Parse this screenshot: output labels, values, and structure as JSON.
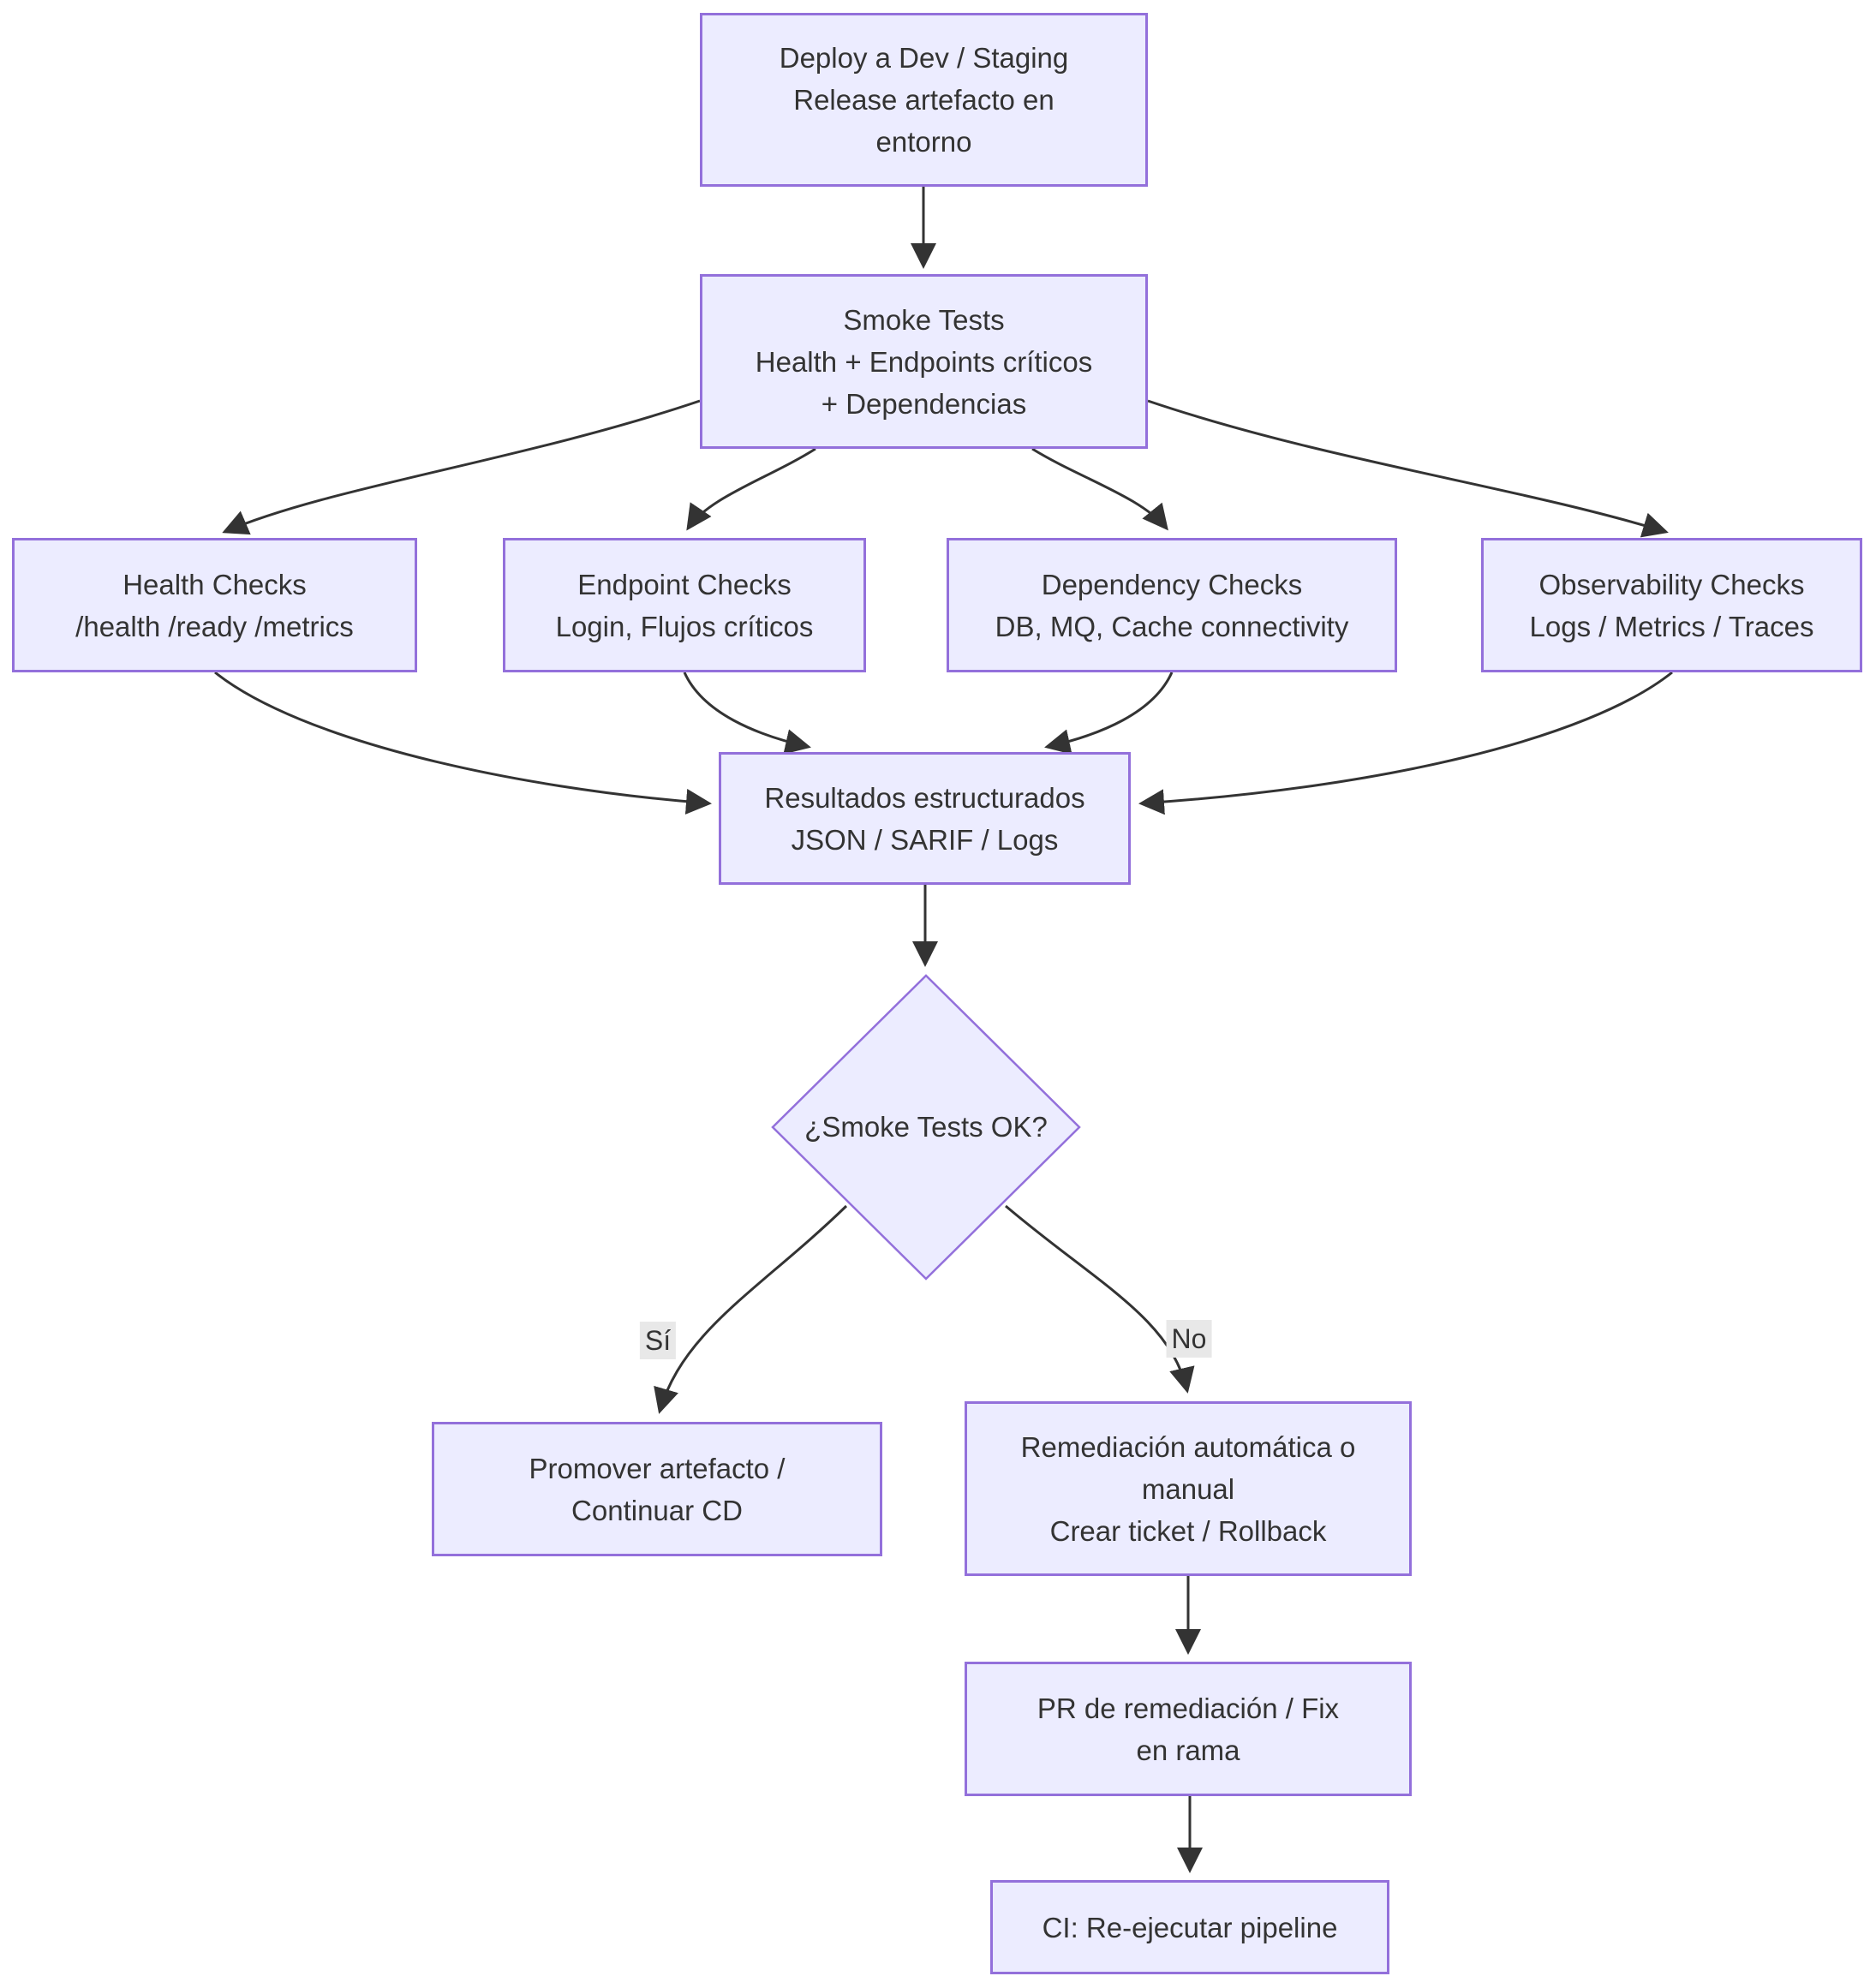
{
  "diagram": {
    "type": "flowchart",
    "direction": "top-down",
    "nodes": {
      "deploy": {
        "shape": "rect",
        "lines": [
          "Deploy a Dev / Staging",
          "Release artefacto en",
          "entorno"
        ]
      },
      "smoke": {
        "shape": "rect",
        "lines": [
          "Smoke Tests",
          "Health + Endpoints críticos",
          "+ Dependencias"
        ]
      },
      "health": {
        "shape": "rect",
        "lines": [
          "Health Checks",
          "/health /ready /metrics"
        ]
      },
      "endpoint": {
        "shape": "rect",
        "lines": [
          "Endpoint Checks",
          "Login, Flujos críticos"
        ]
      },
      "dependency": {
        "shape": "rect",
        "lines": [
          "Dependency Checks",
          "DB, MQ, Cache connectivity"
        ]
      },
      "observability": {
        "shape": "rect",
        "lines": [
          "Observability Checks",
          "Logs / Metrics / Traces"
        ]
      },
      "results": {
        "shape": "rect",
        "lines": [
          "Resultados estructurados",
          "JSON / SARIF / Logs"
        ]
      },
      "decision": {
        "shape": "diamond",
        "lines": [
          "¿Smoke Tests OK?"
        ]
      },
      "promote": {
        "shape": "rect",
        "lines": [
          "Promover artefacto /",
          "Continuar CD"
        ]
      },
      "remediate": {
        "shape": "rect",
        "lines": [
          "Remediación automática o",
          "manual",
          "Crear ticket / Rollback"
        ]
      },
      "pr": {
        "shape": "rect",
        "lines": [
          "PR de remediación / Fix",
          "en rama"
        ]
      },
      "ci": {
        "shape": "rect",
        "lines": [
          "CI: Re-ejecutar pipeline"
        ]
      }
    },
    "edges": [
      {
        "from": "deploy",
        "to": "smoke",
        "label": ""
      },
      {
        "from": "smoke",
        "to": "health",
        "label": ""
      },
      {
        "from": "smoke",
        "to": "endpoint",
        "label": ""
      },
      {
        "from": "smoke",
        "to": "dependency",
        "label": ""
      },
      {
        "from": "smoke",
        "to": "observability",
        "label": ""
      },
      {
        "from": "health",
        "to": "results",
        "label": ""
      },
      {
        "from": "endpoint",
        "to": "results",
        "label": ""
      },
      {
        "from": "dependency",
        "to": "results",
        "label": ""
      },
      {
        "from": "observability",
        "to": "results",
        "label": ""
      },
      {
        "from": "results",
        "to": "decision",
        "label": ""
      },
      {
        "from": "decision",
        "to": "promote",
        "label": "Sí"
      },
      {
        "from": "decision",
        "to": "remediate",
        "label": "No"
      },
      {
        "from": "remediate",
        "to": "pr",
        "label": ""
      },
      {
        "from": "pr",
        "to": "ci",
        "label": ""
      }
    ],
    "colors": {
      "node_fill": "#ECECFF",
      "node_border": "#9370DB",
      "edge": "#333333",
      "text": "#333333",
      "edge_label_bg": "#e8e8e8",
      "background": "#ffffff"
    }
  }
}
